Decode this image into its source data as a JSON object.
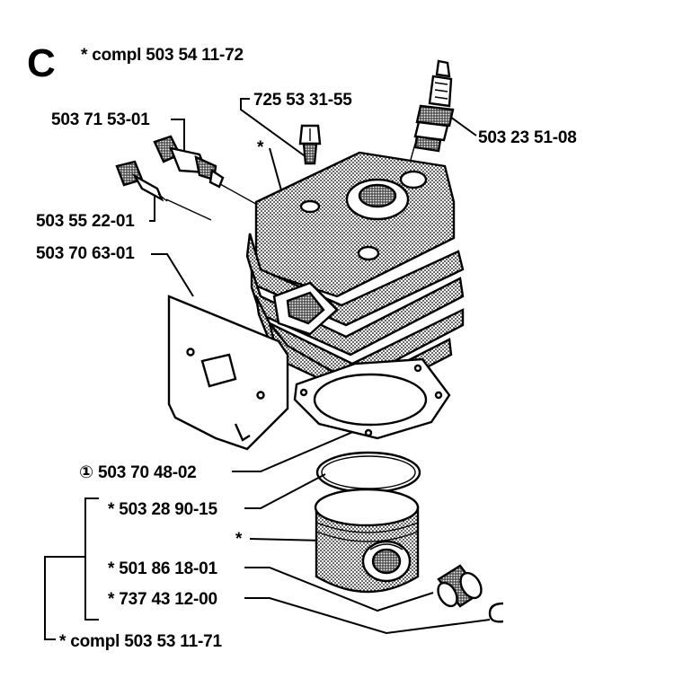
{
  "section_letter": "C",
  "labels": {
    "compl_top": "* compl 503 54 11-72",
    "bolt": "725 53 31-55",
    "decomp_valve": "503 71 53-01",
    "spark_plug": "503 23 51-08",
    "asterisk_cylinder": "*",
    "screw": "503 55 22-01",
    "plate": "503 70 63-01",
    "gasket": "① 503 70 48-02",
    "piston_ring": "* 503 28 90-15",
    "asterisk_piston": "*",
    "piston_pin": "* 501 86 18-01",
    "circlip": "* 737 43 12-00",
    "compl_bottom": "* compl 503 53 11-71"
  },
  "colors": {
    "ink": "#000000",
    "paper": "#ffffff",
    "shade": "#8a8a8a"
  },
  "icons": [
    "cylinder-icon",
    "spark-plug-icon",
    "bolt-icon",
    "decompression-valve-icon",
    "screw-icon",
    "plate-icon",
    "gasket-icon",
    "piston-ring-icon",
    "piston-icon",
    "needle-bearing-icon",
    "circlip-icon"
  ]
}
